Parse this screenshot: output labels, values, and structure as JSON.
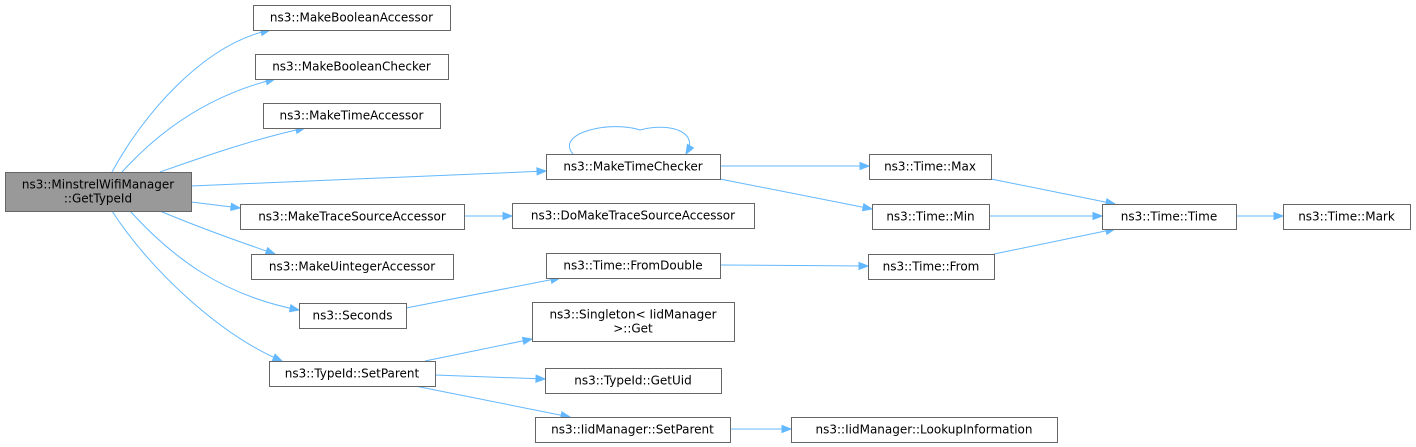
{
  "graph": {
    "edge_color": "#63b8ff",
    "node_border_color": "#666666",
    "root_fill_color": "#999999",
    "nodes": {
      "root": {
        "lines": [
          "ns3::MinstrelWifiManager",
          "::GetTypeId"
        ]
      },
      "make_boolean_accessor": {
        "lines": [
          "ns3::MakeBooleanAccessor"
        ]
      },
      "make_boolean_checker": {
        "lines": [
          "ns3::MakeBooleanChecker"
        ]
      },
      "make_time_accessor": {
        "lines": [
          "ns3::MakeTimeAccessor"
        ]
      },
      "make_time_checker": {
        "lines": [
          "ns3::MakeTimeChecker"
        ]
      },
      "make_trace_source_accessor": {
        "lines": [
          "ns3::MakeTraceSourceAccessor"
        ]
      },
      "do_make_trace_source_accessor": {
        "lines": [
          "ns3::DoMakeTraceSourceAccessor"
        ]
      },
      "make_uinteger_accessor": {
        "lines": [
          "ns3::MakeUintegerAccessor"
        ]
      },
      "seconds": {
        "lines": [
          "ns3::Seconds"
        ]
      },
      "time_from_double": {
        "lines": [
          "ns3::Time::FromDouble"
        ]
      },
      "typeid_set_parent": {
        "lines": [
          "ns3::TypeId::SetParent"
        ]
      },
      "singleton_get": {
        "lines": [
          "ns3::Singleton< IidManager",
          ">::Get"
        ]
      },
      "typeid_get_uid": {
        "lines": [
          "ns3::TypeId::GetUid"
        ]
      },
      "iidmanager_set_parent": {
        "lines": [
          "ns3::IidManager::SetParent"
        ]
      },
      "iidmanager_lookup_information": {
        "lines": [
          "ns3::IidManager::LookupInformation"
        ]
      },
      "time_max": {
        "lines": [
          "ns3::Time::Max"
        ]
      },
      "time_min": {
        "lines": [
          "ns3::Time::Min"
        ]
      },
      "time_from": {
        "lines": [
          "ns3::Time::From"
        ]
      },
      "time_time": {
        "lines": [
          "ns3::Time::Time"
        ]
      },
      "time_mark": {
        "lines": [
          "ns3::Time::Mark"
        ]
      }
    },
    "edges": [
      {
        "from": "root",
        "to": "make_boolean_accessor"
      },
      {
        "from": "root",
        "to": "make_boolean_checker"
      },
      {
        "from": "root",
        "to": "make_time_accessor"
      },
      {
        "from": "root",
        "to": "make_time_checker"
      },
      {
        "from": "root",
        "to": "make_trace_source_accessor"
      },
      {
        "from": "root",
        "to": "make_uinteger_accessor"
      },
      {
        "from": "root",
        "to": "seconds"
      },
      {
        "from": "root",
        "to": "typeid_set_parent"
      },
      {
        "from": "make_time_checker",
        "to": "make_time_checker"
      },
      {
        "from": "make_time_checker",
        "to": "time_max"
      },
      {
        "from": "make_time_checker",
        "to": "time_min"
      },
      {
        "from": "make_trace_source_accessor",
        "to": "do_make_trace_source_accessor"
      },
      {
        "from": "seconds",
        "to": "time_from_double"
      },
      {
        "from": "time_from_double",
        "to": "time_from"
      },
      {
        "from": "typeid_set_parent",
        "to": "singleton_get"
      },
      {
        "from": "typeid_set_parent",
        "to": "typeid_get_uid"
      },
      {
        "from": "typeid_set_parent",
        "to": "iidmanager_set_parent"
      },
      {
        "from": "iidmanager_set_parent",
        "to": "iidmanager_lookup_information"
      },
      {
        "from": "time_max",
        "to": "time_time"
      },
      {
        "from": "time_min",
        "to": "time_time"
      },
      {
        "from": "time_from",
        "to": "time_time"
      },
      {
        "from": "time_time",
        "to": "time_mark"
      }
    ]
  }
}
